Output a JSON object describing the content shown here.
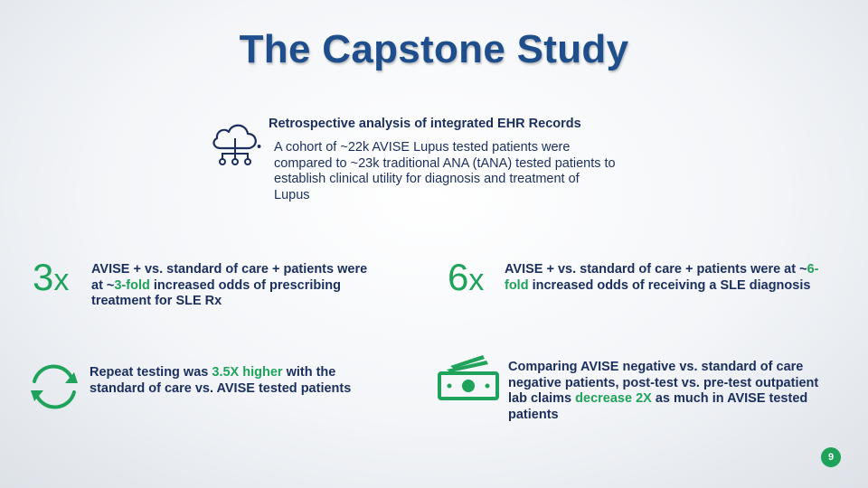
{
  "title": "The Capstone Study",
  "intro": {
    "icon": "cloud-network-icon",
    "heading": "Retrospective analysis of integrated EHR Records",
    "bullet": "A cohort of ~22k AVISE Lupus tested patients were compared to ~23k traditional ANA (tANA) tested patients to establish clinical utility for diagnosis and treatment of Lupus"
  },
  "stats": [
    {
      "number": "3",
      "unit": "x",
      "text_before": "AVISE + vs. standard of care + patients were at ~",
      "highlight": "3-fold",
      "text_after": " increased odds of prescribing treatment for SLE Rx"
    },
    {
      "number": "6",
      "unit": "x",
      "text_before": "AVISE + vs. standard of care + patients were at ~",
      "highlight": "6-fold",
      "text_after": " increased odds of receiving a SLE diagnosis"
    },
    {
      "icon": "refresh-arrows-icon",
      "text_before": "Repeat testing was ",
      "highlight": "3.5X higher",
      "text_after": " with the standard of care vs. AVISE tested patients"
    },
    {
      "icon": "money-bills-icon",
      "text_before": "Comparing AVISE negative vs. standard of care negative patients, post-test vs. pre-test outpatient lab claims ",
      "highlight": "decrease 2X",
      "text_after": " as much in AVISE tested patients"
    }
  ],
  "page_number": "9",
  "colors": {
    "title": "#1f4e8c",
    "text": "#1b2f5e",
    "accent_green": "#1fa35b"
  }
}
